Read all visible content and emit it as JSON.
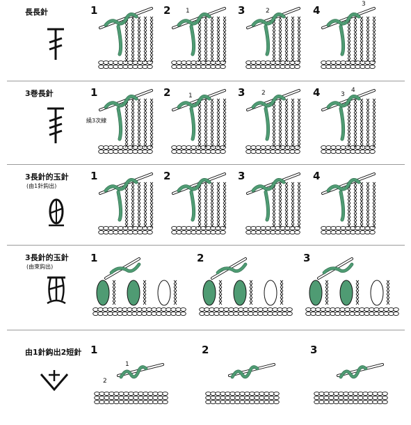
{
  "colors": {
    "yarn": "#4f9b73",
    "yarn_dark": "#2c6a4b",
    "ink": "#111111",
    "rule": "#9a9a9a",
    "paper": "#ffffff"
  },
  "rows": [
    {
      "id": "double-crochet",
      "title": "長長針",
      "subtitle": "",
      "symbol": "double-treble-icon",
      "steps": [
        {
          "num": "1",
          "callouts": []
        },
        {
          "num": "2",
          "callouts": [
            "1"
          ]
        },
        {
          "num": "3",
          "callouts": [
            "2"
          ]
        },
        {
          "num": "4",
          "callouts": [
            "3"
          ]
        }
      ]
    },
    {
      "id": "triple-treble",
      "title": "3巻長針",
      "subtitle": "",
      "symbol": "triple-treble-icon",
      "steps": [
        {
          "num": "1",
          "callouts": [],
          "note": "繞3次線"
        },
        {
          "num": "2",
          "callouts": [
            "1"
          ]
        },
        {
          "num": "3",
          "callouts": [
            "2"
          ]
        },
        {
          "num": "4",
          "callouts": [
            "3",
            "4"
          ]
        }
      ]
    },
    {
      "id": "bobble-one-stitch",
      "title": "3長針的玉針",
      "subtitle": "(由1針鈎出)",
      "symbol": "bobble-closed-icon",
      "steps": [
        {
          "num": "1",
          "callouts": []
        },
        {
          "num": "2",
          "callouts": []
        },
        {
          "num": "3",
          "callouts": []
        },
        {
          "num": "4",
          "callouts": []
        }
      ]
    },
    {
      "id": "bobble-bundle",
      "title": "3長針的玉針",
      "subtitle": "(由束鈎出)",
      "symbol": "bobble-open-icon",
      "steps": [
        {
          "num": "1",
          "callouts": []
        },
        {
          "num": "2",
          "callouts": []
        },
        {
          "num": "3",
          "callouts": []
        }
      ]
    },
    {
      "id": "two-sc-increase",
      "title": "由1針鈎出2短針",
      "subtitle": "",
      "symbol": "sc-increase-icon",
      "steps": [
        {
          "num": "1",
          "callouts": [
            "1",
            "2"
          ]
        },
        {
          "num": "2",
          "callouts": []
        },
        {
          "num": "3",
          "callouts": []
        }
      ]
    }
  ]
}
